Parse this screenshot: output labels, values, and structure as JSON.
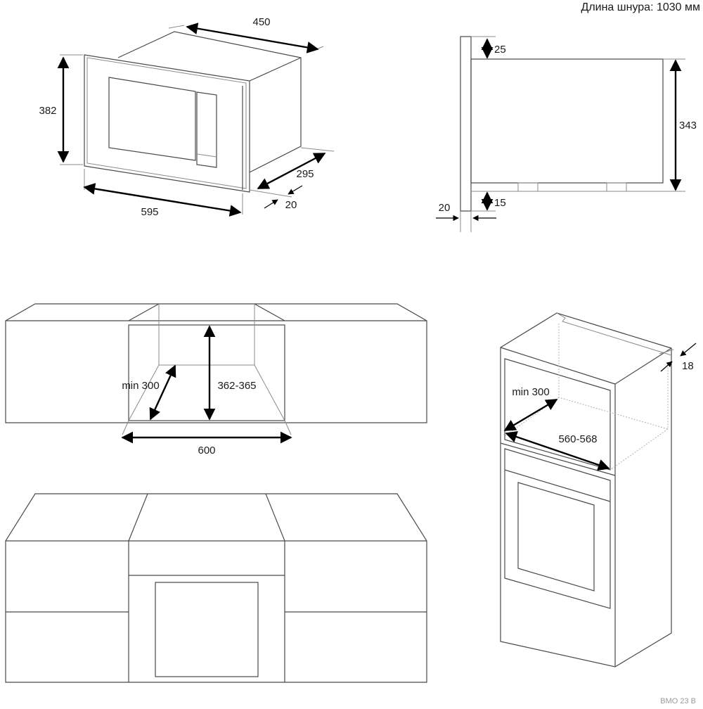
{
  "cord_length": "Длина шнура: 1030 мм",
  "model": "BMO 23 B",
  "unit_view": {
    "width": "595",
    "height": "382",
    "depth_top": "450",
    "depth_side": "295",
    "frame_thickness": "20"
  },
  "side_view": {
    "top_gap": "25",
    "height": "343",
    "bottom_gap": "15",
    "panel_thickness": "20"
  },
  "niche_wall": {
    "depth_min": "min 300",
    "height": "362-365",
    "width": "600"
  },
  "niche_column": {
    "depth_min": "min 300",
    "width": "560-568",
    "panel_thickness": "18"
  }
}
